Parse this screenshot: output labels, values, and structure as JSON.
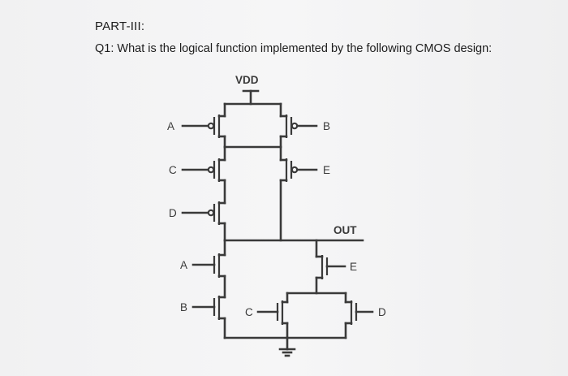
{
  "document": {
    "heading": "PART-III:",
    "question": "Q1: What is the logical function implemented by the following CMOS design:"
  },
  "circuit": {
    "supply_label": "VDD",
    "output_label": "OUT",
    "pmos_inputs": [
      "A",
      "C",
      "D",
      "B",
      "E"
    ],
    "nmos_inputs": [
      "A",
      "B",
      "C",
      "E",
      "D"
    ]
  }
}
